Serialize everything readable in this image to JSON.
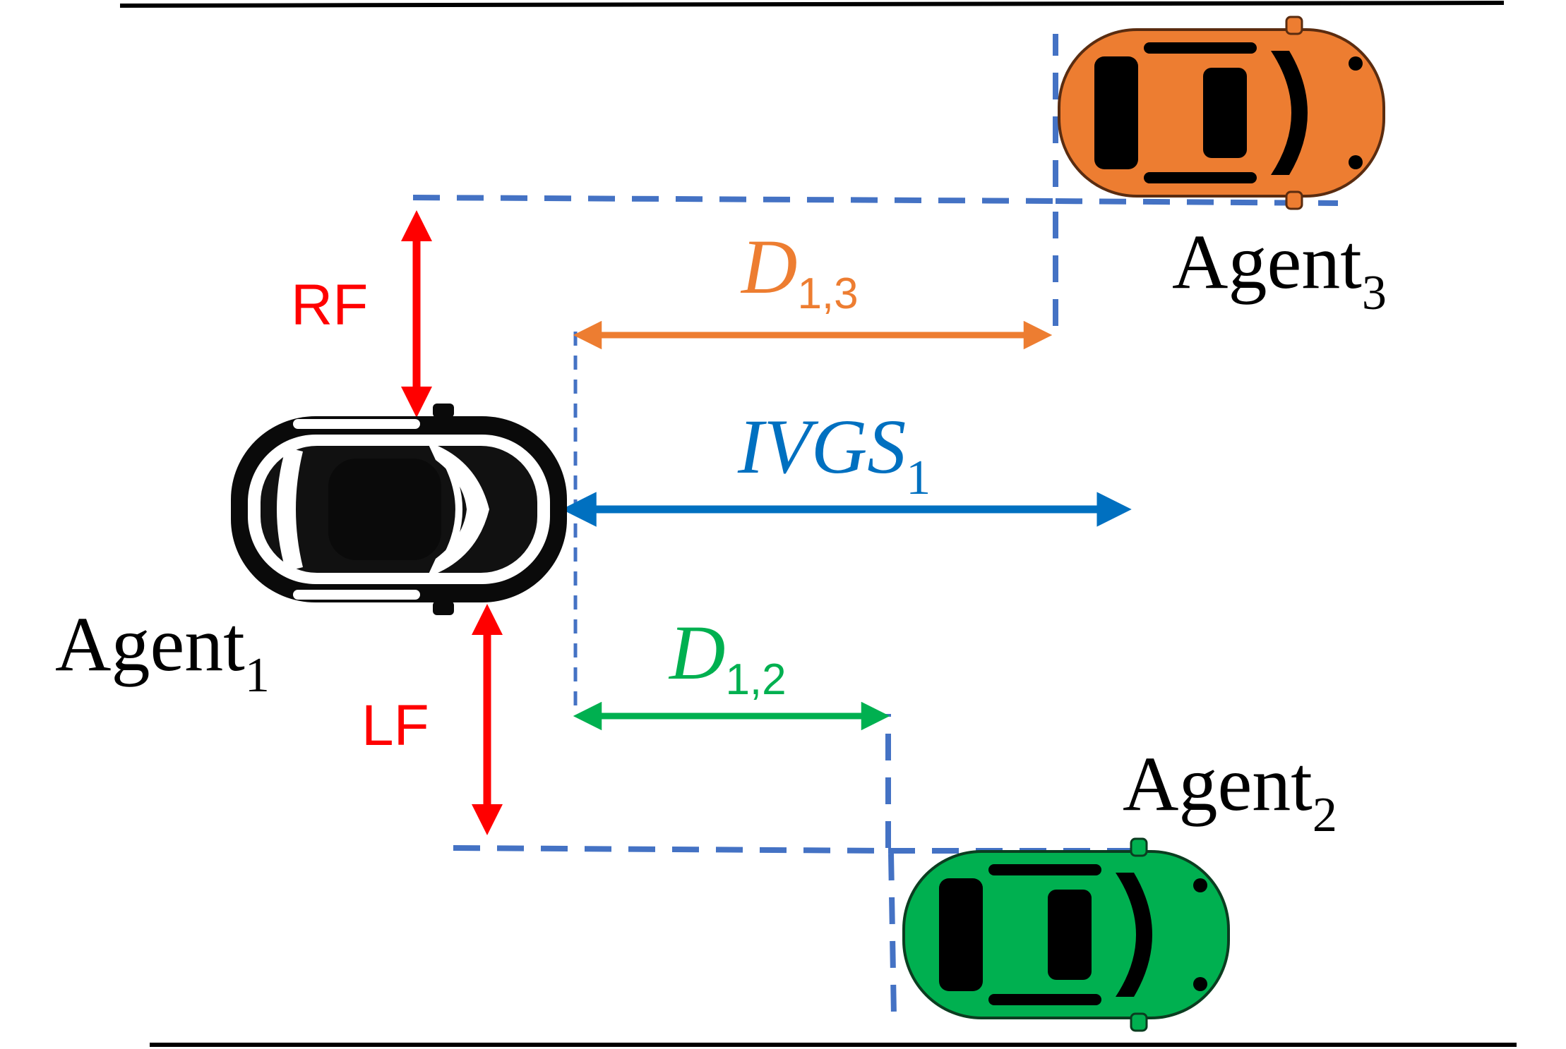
{
  "agents": {
    "agent1": {
      "base": "Agent",
      "sub": "1",
      "color": "#000000"
    },
    "agent2": {
      "base": "Agent",
      "sub": "2",
      "color": "#00b050"
    },
    "agent3": {
      "base": "Agent",
      "sub": "3",
      "color": "#ed7d31"
    }
  },
  "distances": {
    "d13": {
      "base": "D",
      "sub": "1,3",
      "color": "#ed7d31"
    },
    "ivgs": {
      "base": "IVGS",
      "sub": "1",
      "color": "#0070c0"
    },
    "d12": {
      "base": "D",
      "sub": "1,2",
      "color": "#00b050"
    }
  },
  "flanks": {
    "rf": {
      "label": "RF",
      "color": "#ff0000"
    },
    "lf": {
      "label": "LF",
      "color": "#ff0000"
    }
  },
  "colors": {
    "boundary_dash": "#4472c4",
    "road_line": "#000000"
  },
  "icons": [
    "car-black-icon",
    "car-orange-icon",
    "car-green-icon"
  ]
}
